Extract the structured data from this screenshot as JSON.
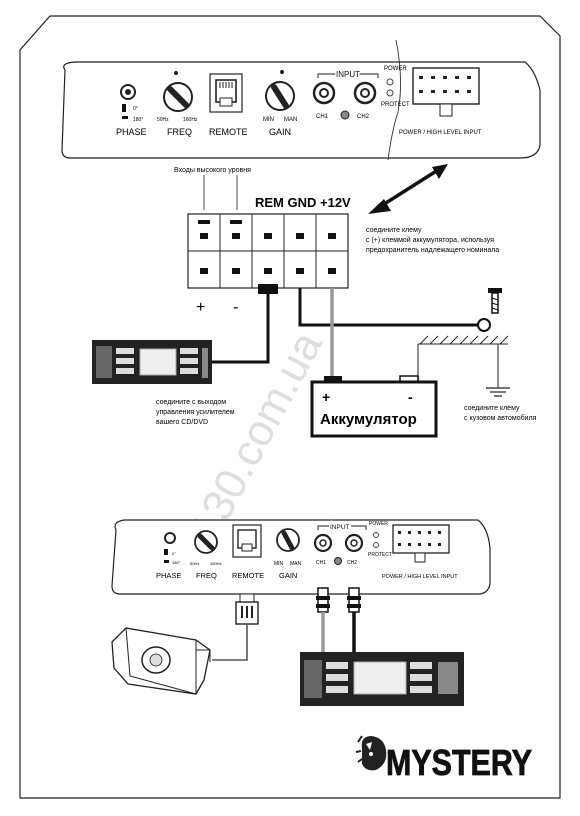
{
  "panel_top": {
    "phase_marks": [
      "0°",
      "180°"
    ],
    "phase_label": "PHASE",
    "freq_marks": [
      "50Hz",
      "160Hz"
    ],
    "freq_label": "FREQ",
    "remote_label": "REMOTE",
    "gain_marks": [
      "MIN",
      "MAN"
    ],
    "gain_label": "GAIN",
    "input_label": "INPUT",
    "ch1_label": "CH1",
    "ch2_label": "CH2",
    "power_label": "POWER",
    "protect_label": "PROTECT",
    "power_input_label": "POWER / HIGH LEVEL INPUT"
  },
  "wiring": {
    "high_level_inputs": "Входы высокого уровня",
    "terminal_header": "REM GND +12V",
    "plus_sign": "+",
    "minus_sign": "-",
    "battery_note": [
      "соедините клему",
      "с (+) клеммой аккумулятора, используя",
      "предохранитель надлежащего номинала"
    ],
    "cd_note": [
      "соедините с выходом",
      "управления усилителем",
      "вашего CD/DVD"
    ],
    "battery_plus": "+",
    "battery_minus": "-",
    "battery_label": "Аккумулятор",
    "ground_note": [
      "соедините клему",
      "с кузовом автомобиля"
    ]
  },
  "panel_bottom": {
    "phase_marks": [
      "0°",
      "180°"
    ],
    "phase_label": "PHASE",
    "freq_marks": [
      "50Hz",
      "160Hz"
    ],
    "freq_label": "FREQ",
    "remote_label": "REMOTE",
    "gain_marks": [
      "MIN",
      "MAN"
    ],
    "gain_label": "GAIN",
    "input_label": "INPUT",
    "ch1_label": "CH1",
    "ch2_label": "CH2",
    "power_label": "POWER",
    "protect_label": "PROTECT",
    "power_input_label": "POWER / HIGH LEVEL INPUT"
  },
  "brand": {
    "name": "MYSTERY"
  },
  "watermark": "130.com.ua"
}
